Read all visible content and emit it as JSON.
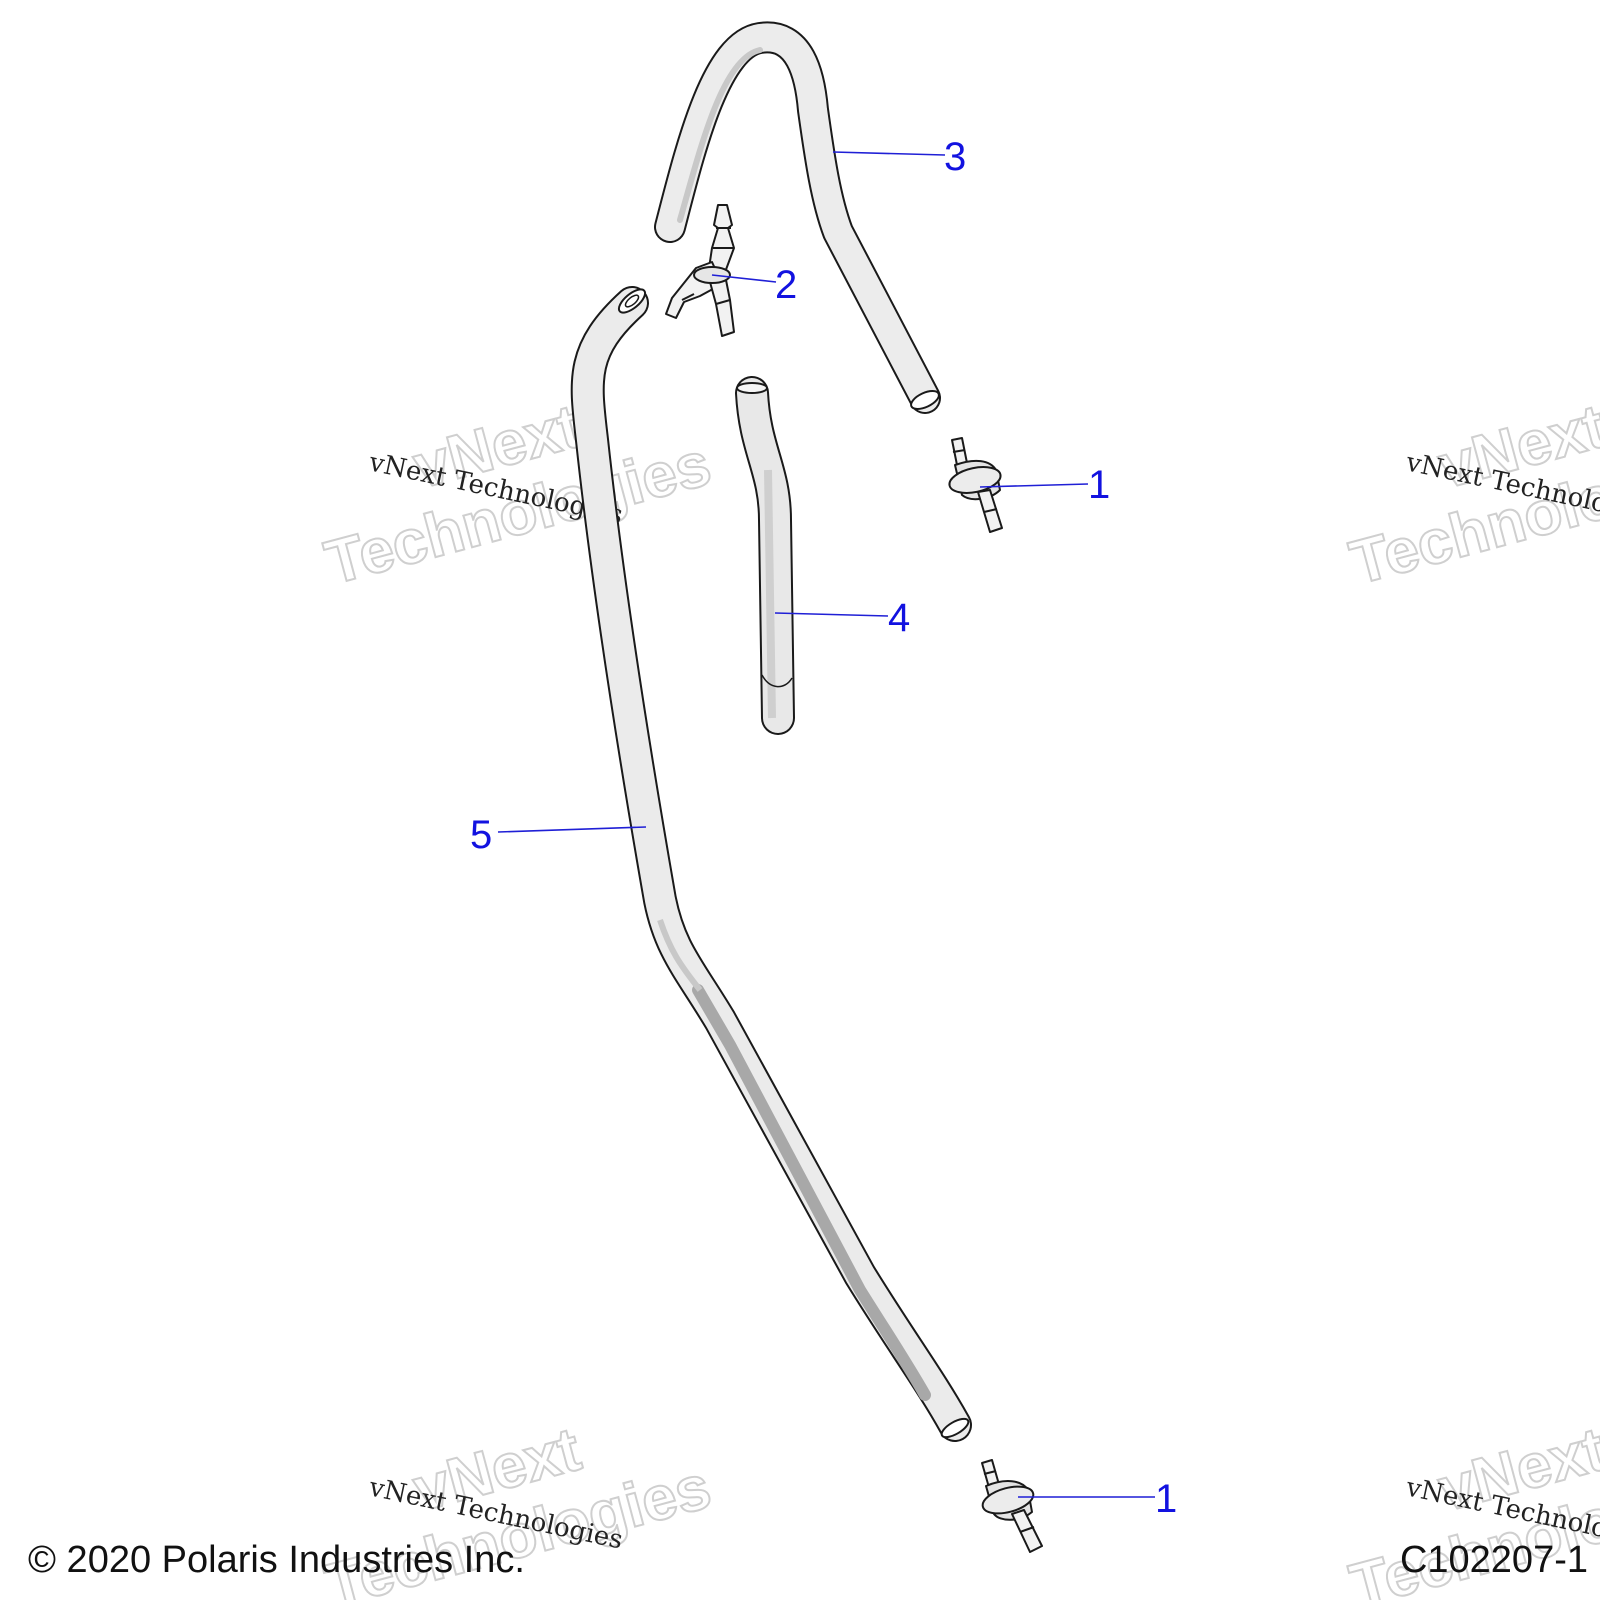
{
  "diagram": {
    "callouts": [
      "1",
      "2",
      "3",
      "4",
      "5",
      "1"
    ],
    "watermark": {
      "large": [
        "vNext",
        "Technologies"
      ],
      "small": "vNext Technologies"
    },
    "footer": {
      "copyright": "© 2020 Polaris Industries Inc.",
      "drawing_code": "C102207-1"
    },
    "colors": {
      "callout": "#1212e0",
      "hose_fill": "#e6e6e6",
      "outline": "#1a1a1a"
    }
  }
}
